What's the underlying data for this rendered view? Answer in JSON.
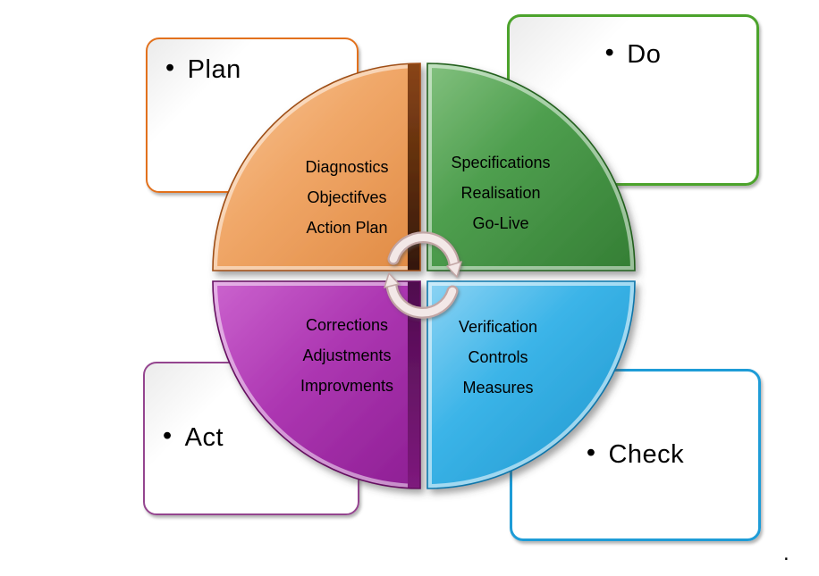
{
  "background": "#FFFFFF",
  "wheel": {
    "center_icon": "clockwise-cycle-arrows",
    "gap_color": "#FFFFFF",
    "arrow_color": "#F3E8E7"
  },
  "quadrants": [
    {
      "id": "plan",
      "label": "Plan",
      "bullet": "•",
      "fill": "#F0A768",
      "callout_border": "#E2711D",
      "items": [
        "Diagnostics",
        "Objectifves",
        "Action Plan"
      ]
    },
    {
      "id": "do",
      "label": "Do",
      "bullet": "•",
      "fill": "#4F9F4F",
      "callout_border": "#4CA32C",
      "items": [
        "Specifications",
        "Realisation",
        "Go-Live"
      ]
    },
    {
      "id": "act",
      "label": "Act",
      "bullet": "•",
      "fill": "#AD37B2",
      "callout_border": "#94458F",
      "items": [
        "Corrections",
        "Adjustments",
        "Improvments"
      ]
    },
    {
      "id": "check",
      "label": "Check",
      "bullet": "•",
      "fill": "#3BB4E8",
      "callout_border": "#1E9CD7",
      "items": [
        "Verification",
        "Controls",
        "Measures"
      ]
    }
  ],
  "footer_dot": "."
}
